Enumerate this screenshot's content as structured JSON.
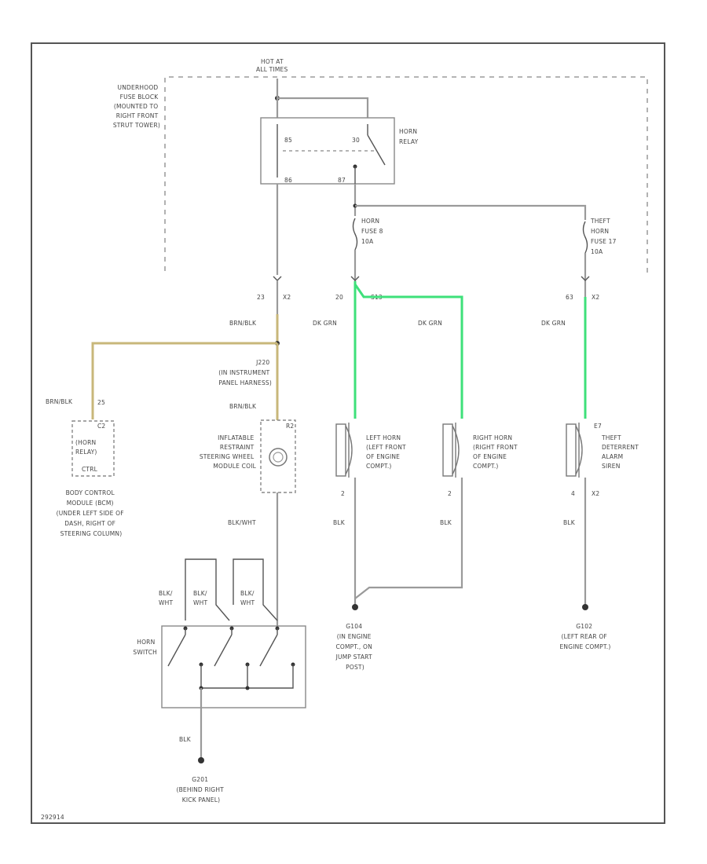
{
  "labels": {
    "hot_at": "HOT AT",
    "all_times": "ALL TIMES",
    "fuse_block": [
      "UNDERHOOD",
      "FUSE BLOCK",
      "(MOUNTED TO",
      "RIGHT FRONT",
      "STRUT TOWER)"
    ],
    "horn_relay": [
      "HORN",
      "RELAY"
    ],
    "relay_pins": {
      "p85": "85",
      "p30": "30",
      "p86": "86",
      "p87": "87"
    },
    "horn_fuse": [
      "HORN",
      "FUSE 8",
      "10A"
    ],
    "theft_fuse": [
      "THEFT",
      "HORN",
      "FUSE 17",
      "10A"
    ],
    "pin_left": [
      "23",
      "X2"
    ],
    "pin_mid": "20",
    "pin_s": "S13",
    "pin_right": [
      "63",
      "X2"
    ],
    "wire_brn_blk_1": "BRN/BLK",
    "wire_dk_grn_1": "DK GRN",
    "wire_dk_grn_2": "DK GRN",
    "wire_dk_grn_3": "DK GRN",
    "splice_j": [
      "J220",
      "(IN INSTRUMENT",
      "PANEL HARNESS)"
    ],
    "wire_brn_blk_2": "BRN/BLK",
    "wire_brn_blk_3": "BRN/BLK",
    "bcm_pins": [
      "25",
      "C2"
    ],
    "bcm_inner": [
      "(HORN",
      "RELAY)",
      "CTRL"
    ],
    "bcm_label": [
      "BODY CONTROL",
      "MODULE (BCM)",
      "(UNDER LEFT SIDE OF",
      "DASH, RIGHT OF",
      "STEERING COLUMN)"
    ],
    "coil_pin": "R2",
    "coil_label": [
      "INFLATABLE",
      "RESTRAINT",
      "STEERING WHEEL",
      "MODULE COIL"
    ],
    "left_horn": [
      "LEFT HORN",
      "(LEFT FRONT",
      "OF ENGINE",
      "COMPT.)"
    ],
    "right_horn": [
      "RIGHT HORN",
      "(RIGHT FRONT",
      "OF ENGINE",
      "COMPT.)"
    ],
    "theft_siren": [
      "THEFT",
      "DETERRENT",
      "ALARM",
      "SIREN"
    ],
    "siren_pin_top": "E7",
    "left_horn_pin": "2",
    "right_horn_pin": "2",
    "siren_pins": [
      "4",
      "X2"
    ],
    "wire_blk_wht": "BLK/WHT",
    "wire_blk_1": "BLK",
    "wire_blk_2": "BLK",
    "wire_blk_3": "BLK",
    "switch_wires": [
      [
        "BLK/",
        "WHT"
      ],
      [
        "BLK/",
        "WHT"
      ],
      [
        "BLK/",
        "WHT"
      ]
    ],
    "horn_switch": [
      "HORN",
      "SWITCH"
    ],
    "wire_blk_4": "BLK",
    "ground_g104": [
      "G104",
      "(IN ENGINE",
      "COMPT., ON",
      "JUMP START",
      "POST)"
    ],
    "ground_g102": [
      "G102",
      "(LEFT REAR OF",
      "ENGINE COMPT.)"
    ],
    "ground_g201": [
      "G201",
      "(BEHIND RIGHT",
      "KICK PANEL)"
    ],
    "figure_code": "292914"
  },
  "colors": {
    "green_wire": "#3ee07a",
    "tan_wire": "#c8b77a",
    "gray_wire": "#9a9a9a"
  }
}
